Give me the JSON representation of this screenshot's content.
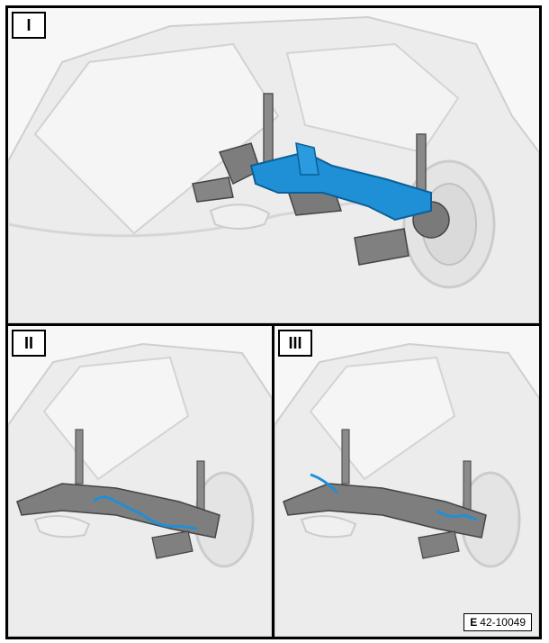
{
  "panels": [
    {
      "label": "I",
      "highlight": "rear axle subframe (blue)"
    },
    {
      "label": "II",
      "highlight": "brake line (blue)"
    },
    {
      "label": "III",
      "highlight": "brake line (blue)"
    }
  ],
  "figure_code": {
    "prefix": "E",
    "number": "42-10049"
  },
  "colors": {
    "highlight": "#1f8fd6",
    "car_body": "#e9e9e9",
    "car_outline": "#c8c8c8",
    "component": "#7a7a7a"
  }
}
